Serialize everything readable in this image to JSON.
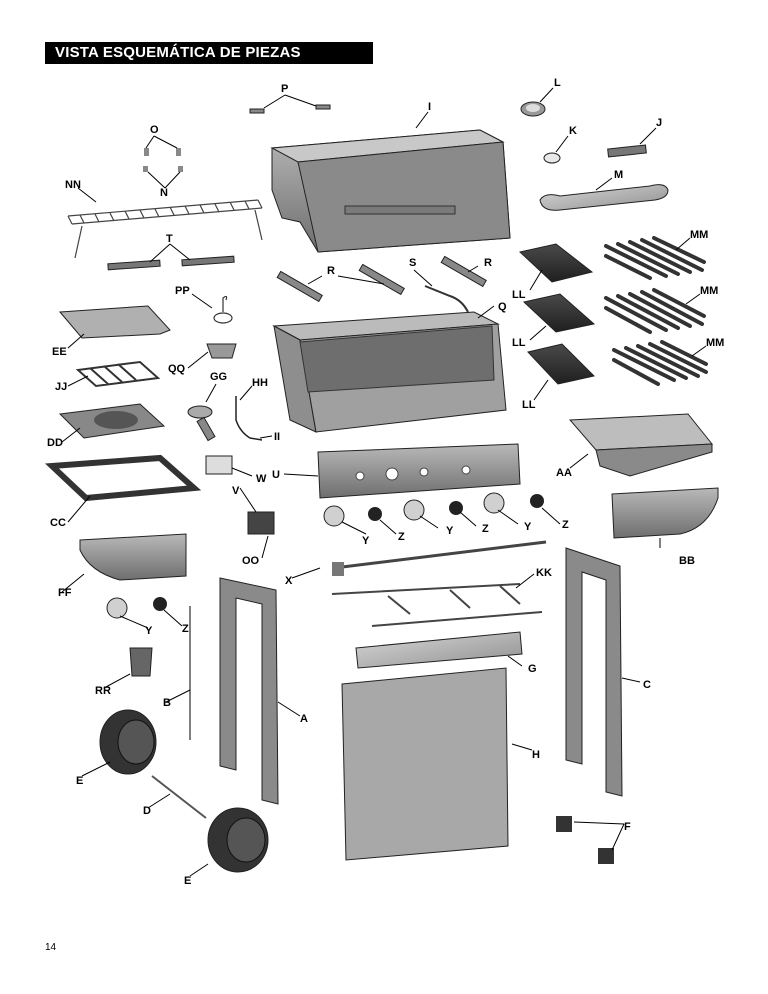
{
  "title": "VISTA ESQUEMÁTICA DE PIEZAS",
  "page_number": "14",
  "labels": {
    "P": "P",
    "I": "I",
    "L": "L",
    "O": "O",
    "K": "K",
    "J": "J",
    "N": "N",
    "NN": "NN",
    "M": "M",
    "T": "T",
    "MM1": "MM",
    "R1": "R",
    "S": "S",
    "R2": "R",
    "LL1": "LL",
    "MM2": "MM",
    "PP": "PP",
    "Q": "Q",
    "EE": "EE",
    "LL2": "LL",
    "MM3": "MM",
    "QQ": "QQ",
    "GG": "GG",
    "HH": "HH",
    "JJ": "JJ",
    "LL3": "LL",
    "DD": "DD",
    "II": "II",
    "AA": "AA",
    "U": "U",
    "W": "W",
    "V": "V",
    "CC": "CC",
    "Y1": "Y",
    "Z1": "Z",
    "Y2": "Y",
    "Z2": "Z",
    "Y3": "Y",
    "Z3": "Z",
    "BB": "BB",
    "OO": "OO",
    "FF": "FF",
    "X": "X",
    "KK": "KK",
    "Y4": "Y",
    "Z4": "Z",
    "G": "G",
    "RR": "RR",
    "C": "C",
    "B": "B",
    "A": "A",
    "H": "H",
    "E1": "E",
    "D": "D",
    "F": "F",
    "E2": "E"
  }
}
